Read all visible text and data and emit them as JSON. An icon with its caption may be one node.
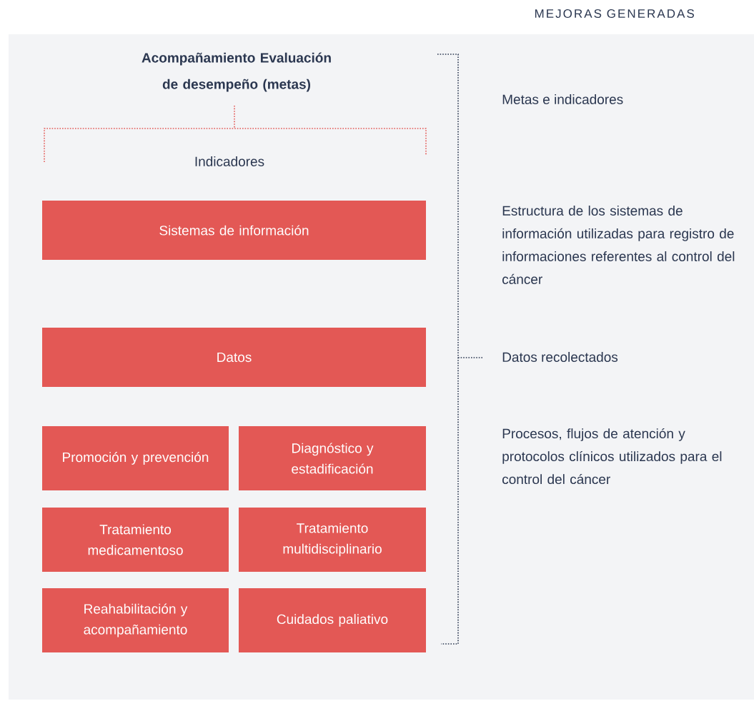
{
  "diagram": {
    "nodes": [
      {
        "text": [
          "Sistemas de información"
        ]
      },
      {
        "text": [
          "Datos"
        ]
      },
      {
        "text": [
          "Promoción y prevención"
        ]
      },
      {
        "text": [
          "Diagnóstico y estadificación"
        ]
      },
      {
        "text": [
          "Tratamiento medicamentoso"
        ]
      },
      {
        "text": [
          "Tratamiento multidisciplinario"
        ]
      },
      {
        "text": [
          "Reahabilitación y acompañamiento"
        ]
      },
      {
        "text": [
          "Cuidados paliativo"
        ]
      }
    ],
    "labels": [
      "MEJORAS GENERADAS",
      "Acompañamiento Evaluación de desempeño (metas)",
      "Metas e indicadores",
      "Indicadores",
      "Estructura de los sistemas de información utilizadas para registro de informaciones referentes al control del cáncer",
      "Datos recolectados",
      "Procesos, flujos de atención y protocolos clínicos utilizados para el control del cáncer"
    ]
  }
}
